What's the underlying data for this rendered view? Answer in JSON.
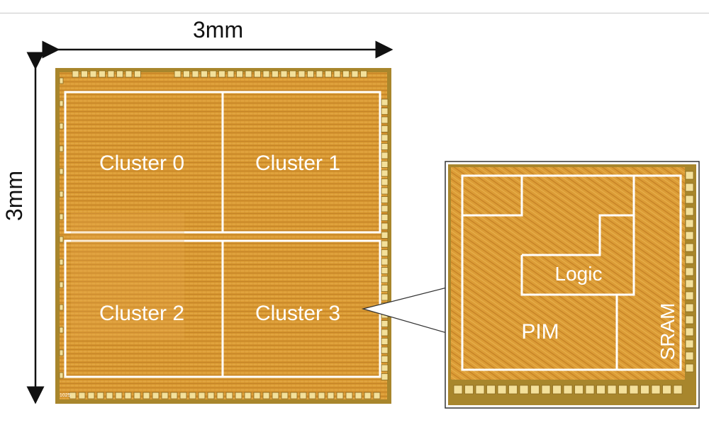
{
  "dimensions": {
    "width_label": "3mm",
    "height_label": "3mm"
  },
  "chip": {
    "clusters": [
      {
        "label": "Cluster 0"
      },
      {
        "label": "Cluster 1"
      },
      {
        "label": "Cluster 2"
      },
      {
        "label": "Cluster 3"
      }
    ],
    "corner_marking": "1025"
  },
  "zoom_inset": {
    "regions": {
      "logic": "Logic",
      "pim": "PIM",
      "sram": "SRAM"
    }
  },
  "colors": {
    "die_base": "#d7962f",
    "die_light": "#e8ad48",
    "die_dark": "#b97a22",
    "pad_fill": "#f3e09a",
    "pad_stroke": "#8a6a1e",
    "outline": "#ffffff",
    "border_gold": "#a8862c"
  }
}
